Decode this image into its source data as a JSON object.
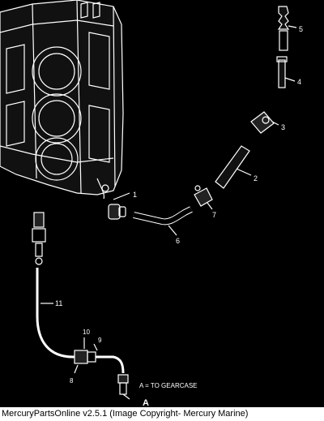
{
  "diagram": {
    "callouts": [
      "1",
      "2",
      "3",
      "4",
      "5",
      "6",
      "7",
      "8",
      "9",
      "10",
      "11"
    ],
    "note": "A = TO GEARCASE",
    "point_label": "A"
  },
  "footer": {
    "caption": "MercuryPartsOnline v2.5.1 (Image Copyright- Mercury Marine)"
  },
  "colors": {
    "background": "#000000",
    "line": "#ffffff",
    "footer_bg": "#ffffff",
    "footer_text": "#000000"
  }
}
